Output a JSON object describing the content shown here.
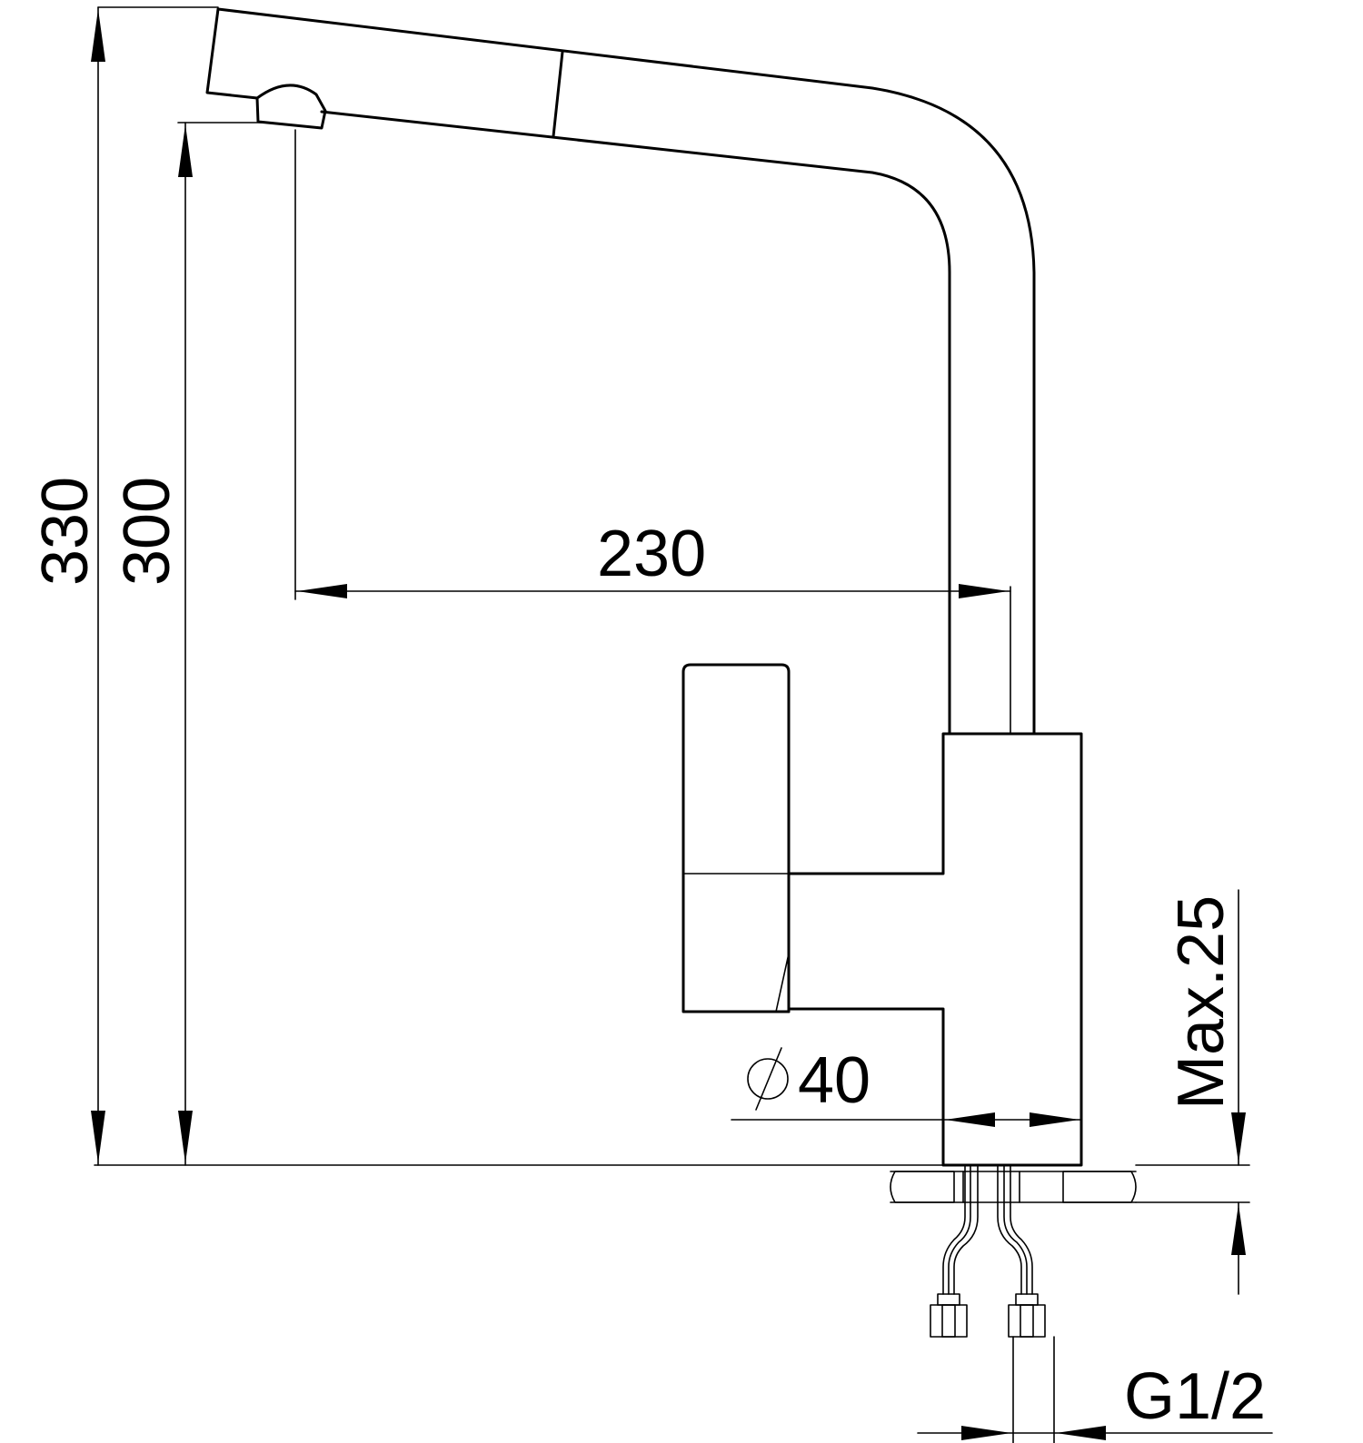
{
  "dimensions": {
    "total_height": "330",
    "spout_height": "300",
    "reach": "230",
    "base_diameter": "40",
    "max_thickness": "Max.25",
    "connection": "G1/2"
  },
  "colors": {
    "line": "#000000",
    "background": "#ffffff"
  }
}
